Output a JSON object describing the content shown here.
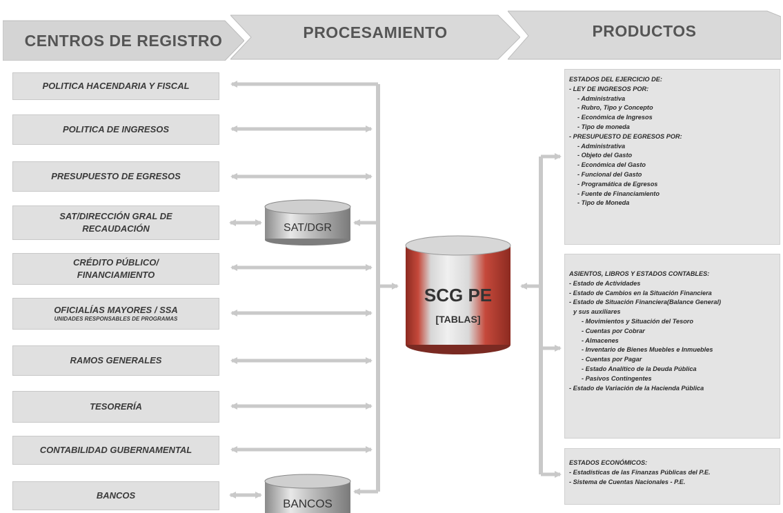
{
  "headers": {
    "centros": "CENTROS DE REGISTRO",
    "procesamiento": "PROCESAMIENTO",
    "productos": "PRODUCTOS"
  },
  "sources": [
    {
      "line1": "POLITICA HACENDARIA Y FISCAL"
    },
    {
      "line1": "POLITICA DE  INGRESOS"
    },
    {
      "line1": "PRESUPUESTO  DE EGRESOS"
    },
    {
      "line1": "SAT/DIRECCIÓN GRAL DE",
      "line2": "RECAUDACIÓN"
    },
    {
      "line1": "CRÉDITO PÚBLICO/",
      "line2": "FINANCIAMIENTO"
    },
    {
      "line1": "OFICIALÍAS MAYORES / SSA",
      "line2": "UNIDADES RESPONSABLES DE PROGRAMAS"
    },
    {
      "line1": "RAMOS GENERALES"
    },
    {
      "line1": "TESORERÍA"
    },
    {
      "line1": "CONTABILIDAD GUBERNAMENTAL"
    },
    {
      "line1": "BANCOS"
    }
  ],
  "databases": {
    "sat": "SAT/DGR",
    "bancos": "BANCOS",
    "central_title": "SCG PE",
    "central_sub": "[TABLAS]"
  },
  "products": {
    "panel1": [
      "ESTADOS DEL EJERCICIO DE:",
      "- LEY DE INGRESOS POR:",
      "- Administrativa",
      "- Rubro, Tipo y Concepto",
      "- Económica de Ingresos",
      "- Tipo de moneda",
      "- PRESUPUESTO DE EGRESOS POR:",
      "- Administrativa",
      "- Objeto del Gasto",
      "- Económica del Gasto",
      "- Funcional del Gasto",
      "- Programática de Egresos",
      "- Fuente de Financiamiento",
      "- Tipo de Moneda"
    ],
    "panel2": [
      "ASIENTOS, LIBROS Y ESTADOS CONTABLES:",
      "- Estado de Actividades",
      "- Estado de Cambios en la Situación Financiera",
      "- Estado de Situación Financiera(Balance General)",
      "y sus auxiliares",
      "- Movimientos y Situación del Tesoro",
      "- Cuentas por Cobrar",
      "- Almacenes",
      "- Inventario de Bienes Muebles e Inmuebles",
      "- Cuentas por Pagar",
      "- Estado Analítico de la Deuda Pública",
      "- Pasivos Contingentes",
      "- Estado de Variación de la Hacienda Pública"
    ],
    "panel3": [
      "ESTADOS ECONÓMICOS:",
      "- Estadísticas de las Finanzas Públicas del P.E.",
      "- Sistema de Cuentas Nacionales -   P.E."
    ]
  },
  "colors": {
    "header_fill": "#d9d9d9",
    "box_fill": "#e0e0e0",
    "arrow": "#c9c9c9",
    "db_red": "#b3362a",
    "db_gray": "#b9b9b9"
  }
}
